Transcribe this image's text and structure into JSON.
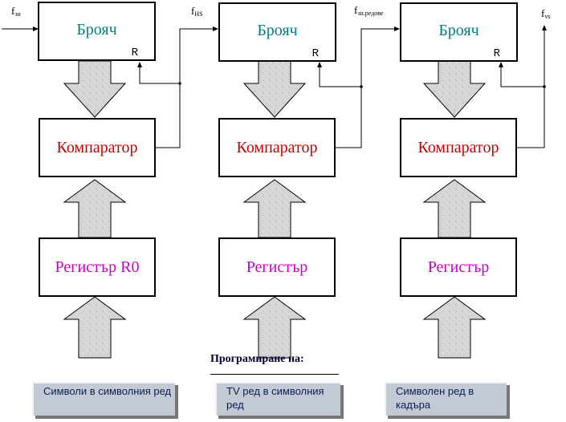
{
  "signals": {
    "input": {
      "base": "f",
      "sub": "зн"
    },
    "hs": {
      "base": "f",
      "sub": "HS"
    },
    "rows": {
      "base": "f",
      "sub": "зн.редове"
    },
    "vs": {
      "base": "f",
      "sub": "vs"
    }
  },
  "stages": [
    {
      "counter": "Брояч",
      "reset": "R",
      "comparator": "Компаратор",
      "register": "Регистър R0",
      "card": "Символи в символния ред"
    },
    {
      "counter": "Брояч",
      "reset": "R",
      "comparator": "Компаратор",
      "register": "Регистър",
      "card": "TV ред в символния ред"
    },
    {
      "counter": "Брояч",
      "reset": "R",
      "comparator": "Компаратор",
      "register": "Регистър",
      "card": "Символен ред в кадъра"
    }
  ],
  "programming_title": "Програмиране на:",
  "colors": {
    "counter_text": "#008080",
    "comparator_text": "#cc0000",
    "register_text": "#cc00cc",
    "arrow_fill": "#d4d4d4",
    "card_fill": "#c3cad6"
  }
}
